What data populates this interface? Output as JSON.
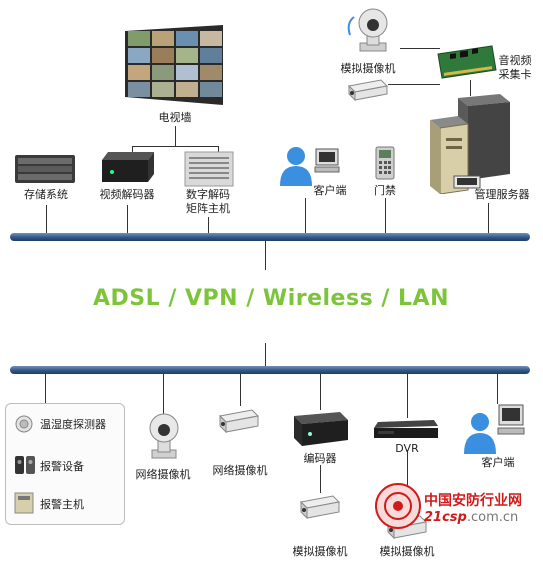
{
  "network_title": "ADSL / VPN / Wireless / LAN",
  "top_devices": {
    "video_wall": "电视墙",
    "storage": "存储系统",
    "video_decoder": "视频解码器",
    "matrix_line1": "数字解码",
    "matrix_line2": "矩阵主机",
    "client": "客户端",
    "access_control": "门禁",
    "management_server": "管理服务器",
    "analog_camera": "模拟摄像机",
    "capture_card_line1": "音视频",
    "capture_card_line2": "采集卡"
  },
  "bottom_devices": {
    "network_camera_dome": "网络摄像机",
    "network_camera_box": "网络摄像机",
    "encoder": "编码器",
    "dvr": "DVR",
    "client": "客户端",
    "analog_camera_left": "模拟摄像机",
    "analog_camera_right": "模拟摄像机"
  },
  "legend": {
    "items": [
      "温湿度探测器",
      "报警设备",
      "报警主机"
    ]
  },
  "watermark": {
    "name": "中国安防行业网",
    "site_prefix": "21csp",
    "site_suffix": ".com.cn"
  },
  "colors": {
    "bus": "#2f5482",
    "title": "#7cc53a",
    "watermark": "#d11a1a"
  }
}
